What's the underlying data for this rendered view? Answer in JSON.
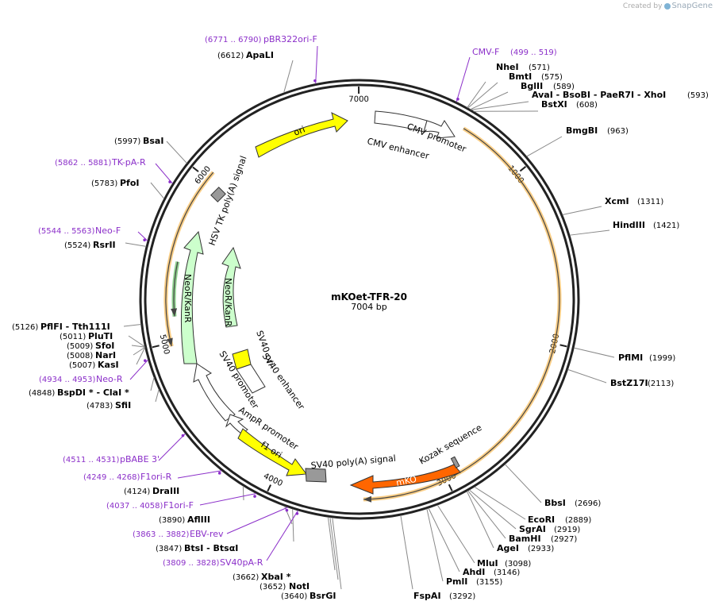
{
  "brand": {
    "created_by": "Created by",
    "product": "SnapGene"
  },
  "map": {
    "name": "mKOet-TFR-20",
    "length": "7004 bp",
    "total_bp": 7004
  },
  "ticks": [
    {
      "bp": 1000,
      "label": "1000"
    },
    {
      "bp": 2000,
      "label": "2000"
    },
    {
      "bp": 3000,
      "label": "3000"
    },
    {
      "bp": 4000,
      "label": "4000"
    },
    {
      "bp": 5000,
      "label": "5000"
    },
    {
      "bp": 6000,
      "label": "6000"
    },
    {
      "bp": 7000,
      "label": "7000"
    }
  ],
  "enzymes": [
    {
      "name": "ApaLI",
      "pos": "(6612)"
    },
    {
      "name": "NheI",
      "pos": "(571)"
    },
    {
      "name": "BmtI",
      "pos": "(575)"
    },
    {
      "name": "BglII",
      "pos": "(589)"
    },
    {
      "name": "AvaI - BsoBI - PaeR7I - XhoI",
      "pos": "(593)"
    },
    {
      "name": "BstXI",
      "pos": "(608)"
    },
    {
      "name": "BmgBI",
      "pos": "(963)"
    },
    {
      "name": "XcmI",
      "pos": "(1311)"
    },
    {
      "name": "HindIII",
      "pos": "(1421)"
    },
    {
      "name": "PflMI",
      "pos": "(1999)"
    },
    {
      "name": "BstZ17I",
      "pos": "(2113)"
    },
    {
      "name": "BbsI",
      "pos": "(2696)"
    },
    {
      "name": "EcoRI",
      "pos": "(2889)"
    },
    {
      "name": "SgrAI",
      "pos": "(2919)"
    },
    {
      "name": "BamHI",
      "pos": "(2927)"
    },
    {
      "name": "AgeI",
      "pos": "(2933)"
    },
    {
      "name": "MluI",
      "pos": "(3098)"
    },
    {
      "name": "AhdI",
      "pos": "(3146)"
    },
    {
      "name": "PmlI",
      "pos": "(3155)"
    },
    {
      "name": "FspAI",
      "pos": "(3292)"
    },
    {
      "name": "BsrGI",
      "pos": "(3640)"
    },
    {
      "name": "NotI",
      "pos": "(3652)"
    },
    {
      "name": "XbaI *",
      "pos": "(3662)"
    },
    {
      "name": "BtsI - BtsαI",
      "pos": "(3847)"
    },
    {
      "name": "AflIII",
      "pos": "(3890)"
    },
    {
      "name": "DraIII",
      "pos": "(4124)"
    },
    {
      "name": "SfiI",
      "pos": "(4783)"
    },
    {
      "name": "BspDI * - ClaI *",
      "pos": "(4848)"
    },
    {
      "name": "KasI",
      "pos": "(5007)"
    },
    {
      "name": "NarI",
      "pos": "(5008)"
    },
    {
      "name": "SfoI",
      "pos": "(5009)"
    },
    {
      "name": "PluTI",
      "pos": "(5011)"
    },
    {
      "name": "PflFI - Tth111I",
      "pos": "(5126)"
    },
    {
      "name": "RsrII",
      "pos": "(5524)"
    },
    {
      "name": "PfoI",
      "pos": "(5783)"
    },
    {
      "name": "BsaI",
      "pos": "(5997)"
    }
  ],
  "primers": [
    {
      "name": "pBR322ori-F",
      "pos": "(6771 .. 6790)"
    },
    {
      "name": "CMV-F",
      "pos": "(499 .. 519)"
    },
    {
      "name": "TK-pA-R",
      "pos": "(5862 .. 5881)"
    },
    {
      "name": "Neo-F",
      "pos": "(5544 .. 5563)"
    },
    {
      "name": "Neo-R",
      "pos": "(4934 .. 4953)"
    },
    {
      "name": "pBABE 3'",
      "pos": "(4511 .. 4531)"
    },
    {
      "name": "F1ori-R",
      "pos": "(4249 .. 4268)"
    },
    {
      "name": "F1ori-F",
      "pos": "(4037 .. 4058)"
    },
    {
      "name": "EBV-rev",
      "pos": "(3863 .. 3882)"
    },
    {
      "name": "SV40pA-R",
      "pos": "(3809 .. 3828)"
    }
  ],
  "features": [
    {
      "name": "ori",
      "color": "#ffff00"
    },
    {
      "name": "CMV enhancer",
      "color": "#ffffff"
    },
    {
      "name": "CMV promoter",
      "color": "#ffffff"
    },
    {
      "name": "HSV TK poly(A) signal",
      "color": "#999999"
    },
    {
      "name": "NeoR/KanR",
      "color": "#ccffcc"
    },
    {
      "name": "SV40 ori",
      "color": "#ffff00"
    },
    {
      "name": "SV40 enhancer",
      "color": "#ffffff"
    },
    {
      "name": "SV40 promoter",
      "color": "#ffffff"
    },
    {
      "name": "AmpR promoter",
      "color": "#ffffff"
    },
    {
      "name": "f1 ori",
      "color": "#ffff00"
    },
    {
      "name": "SV40 poly(A) signal",
      "color": "#999999"
    },
    {
      "name": "mKO",
      "color": "#ff6600"
    },
    {
      "name": "Kozak sequence",
      "color": "#999999"
    }
  ]
}
